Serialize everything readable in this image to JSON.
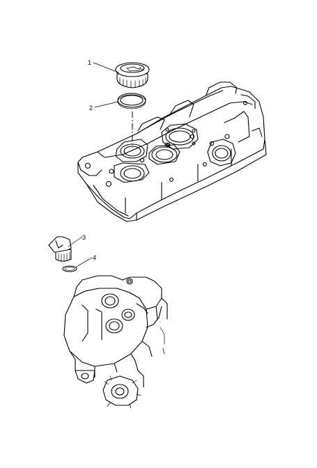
{
  "callouts": [
    {
      "number": "1",
      "part": "filler-cap"
    },
    {
      "number": "2",
      "part": "o-ring"
    },
    {
      "number": "3",
      "part": "filler-plug"
    },
    {
      "number": "4",
      "part": "seal"
    }
  ]
}
